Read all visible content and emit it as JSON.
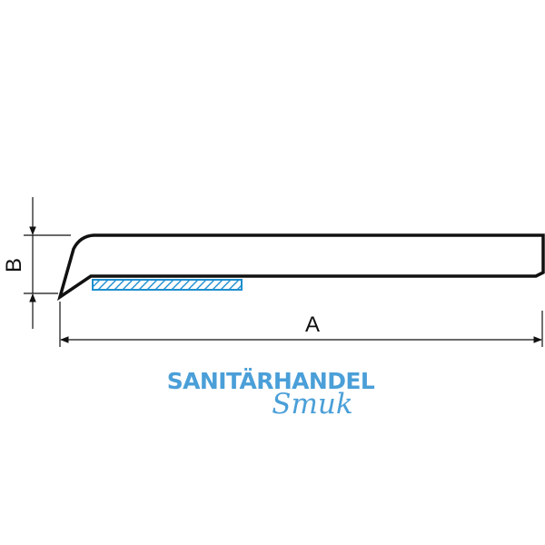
{
  "dimensions": {
    "length_label": "A",
    "height_label": "B"
  },
  "watermark": {
    "line1": "SANITÄRHANDEL",
    "line2": "Smuk",
    "color": "#4a9fd8"
  },
  "colors": {
    "outline": "#111111",
    "tape_hatch": "#1f8fd0"
  }
}
